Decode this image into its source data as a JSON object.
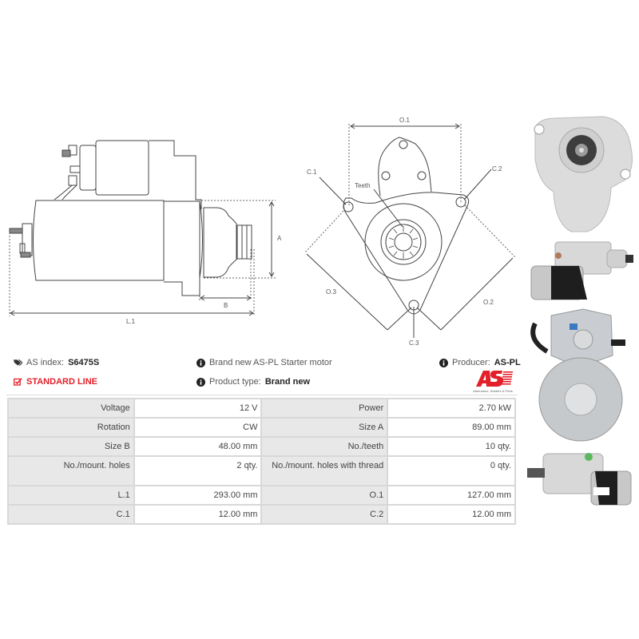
{
  "drawings": {
    "side_view": {
      "dimension_labels": {
        "a": "A",
        "b": "B",
        "l1": "L.1"
      }
    },
    "front_view": {
      "dimension_labels": {
        "o1": "O.1",
        "o2": "O.2",
        "o3": "O.3",
        "c1": "C.1",
        "c2": "C.2",
        "c3": "C.3",
        "teeth": "Teeth"
      }
    }
  },
  "info": {
    "as_index_label": "AS index:",
    "as_index_value": "S6475S",
    "standard_line": "STANDARD LINE",
    "description": "Brand new AS-PL Starter motor",
    "product_type_label": "Product type:",
    "product_type_value": "Brand new",
    "producer_label": "Producer:",
    "producer_value": "AS-PL",
    "icons": {
      "tag": "tag-icon",
      "check": "checkbox-icon",
      "info": "info-icon"
    },
    "accent_color": "#e3202a"
  },
  "logo": {
    "mark": "AS",
    "tagline": "Alternators, Starters & Parts"
  },
  "specs": {
    "rows": [
      {
        "l1": "Voltage",
        "v1": "12 V",
        "l2": "Power",
        "v2": "2.70 kW"
      },
      {
        "l1": "Rotation",
        "v1": "CW",
        "l2": "Size A",
        "v2": "89.00 mm"
      },
      {
        "l1": "Size B",
        "v1": "48.00 mm",
        "l2": "No./teeth",
        "v2": "10 qty."
      },
      {
        "l1": "No./mount. holes",
        "v1": "2 qty.",
        "l2": "No./mount. holes with thread",
        "v2": "0 qty."
      },
      {
        "l1": "L.1",
        "v1": "293.00 mm",
        "l2": "O.1",
        "v2": "127.00 mm"
      },
      {
        "l1": "C.1",
        "v1": "12.00 mm",
        "l2": "C.2",
        "v2": "12.00 mm"
      }
    ]
  }
}
